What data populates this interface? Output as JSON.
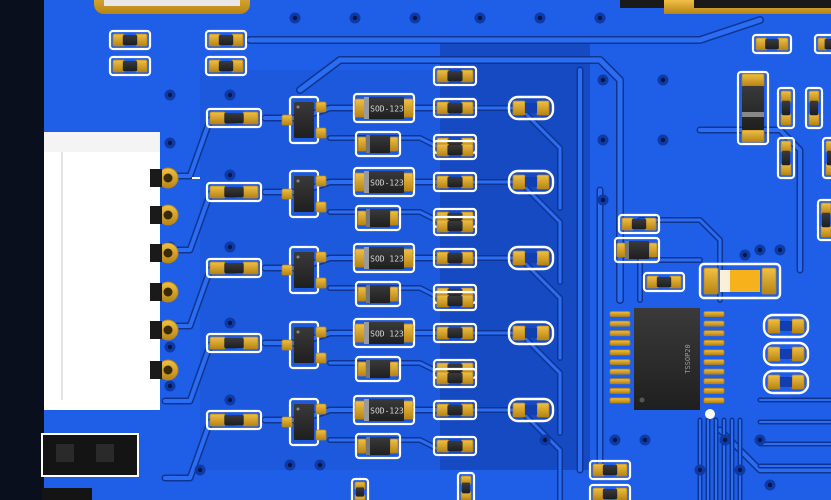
{
  "board": {
    "colors": {
      "board_bg": "#0a0f1e",
      "copper": "#1f5ee6",
      "copper_dark": "#123fb0",
      "trace": "#2b6df2",
      "trace_edge": "#0f3591",
      "pad_gold": "#d9a528",
      "pad_gold_dark": "#b78414",
      "silkscreen": "#ffffff",
      "component_body": "#2c2c2c",
      "connector_body": "#ffffff",
      "via_ring": "#0e3aa8",
      "led_amber": "#f5b21b"
    },
    "silk_labels": {
      "diode_1": "SOD-123",
      "diode_2": "SOD-123",
      "diode_3": "SOD 123",
      "diode_4": "SOD 123",
      "diode_5": "SOD-123",
      "ic": "TSSOP20"
    },
    "rows": 5,
    "connector_pins": 6
  }
}
